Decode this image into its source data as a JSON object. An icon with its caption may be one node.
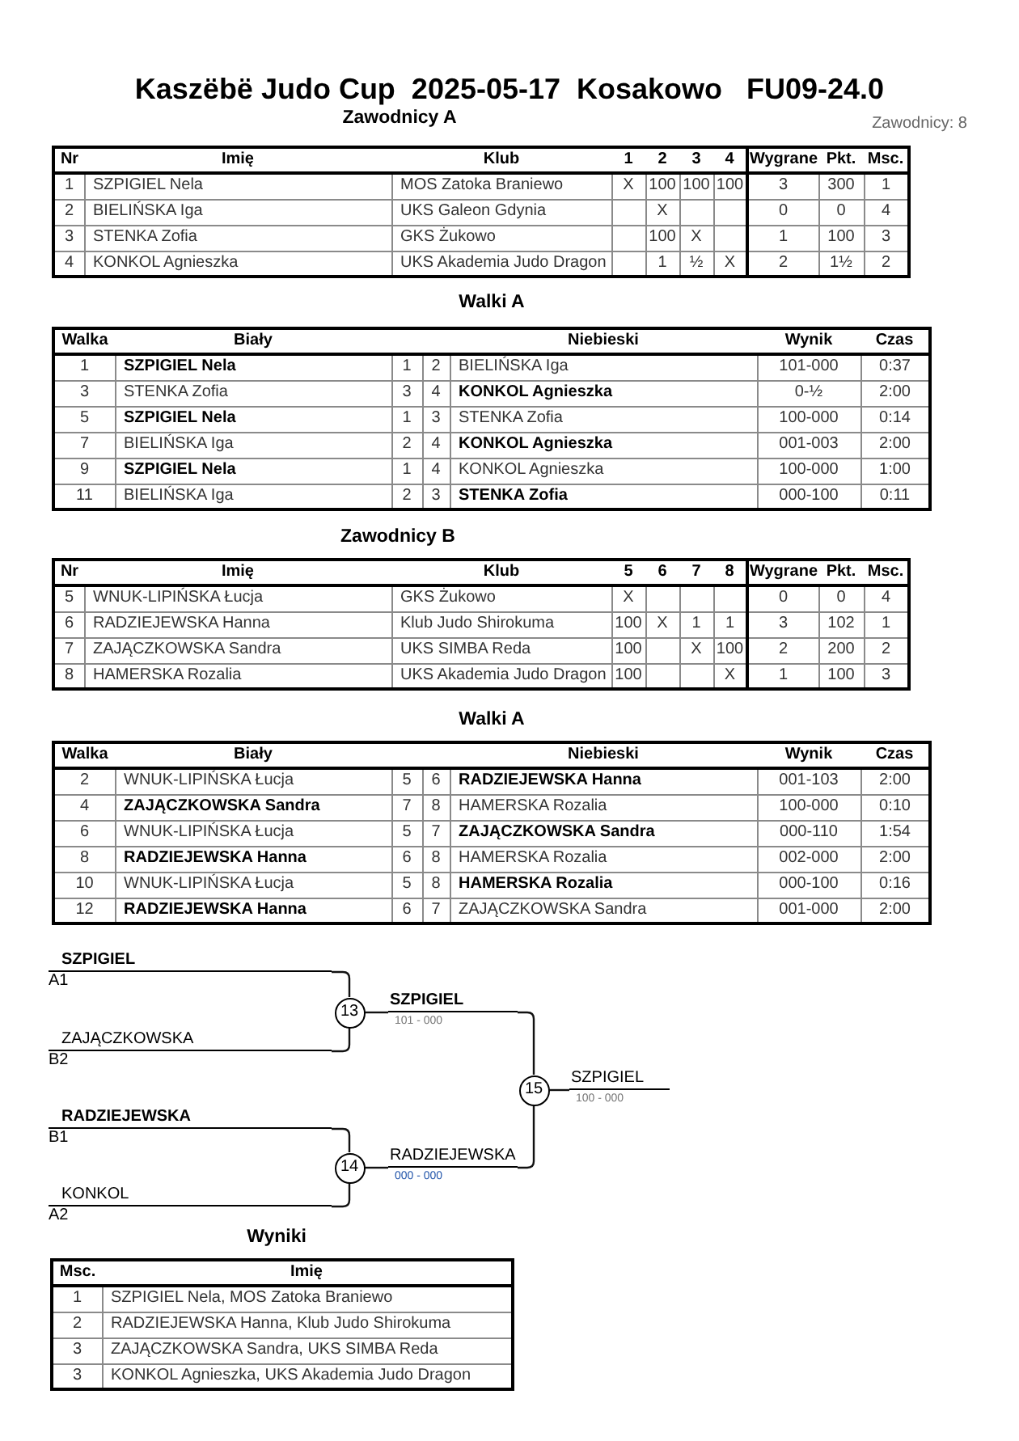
{
  "diagram": {
    "title": "Kaszëbë Judo Cup  2025-05-17  Kosakowo   FU09-24.0",
    "nodes": [
      {
        "text": [
          "SZPIGIEL",
          "A1"
        ]
      },
      {
        "text": [
          "13"
        ]
      },
      {
        "text": [
          "SZPIGIEL",
          "101 - 000"
        ]
      },
      {
        "text": [
          "ZAJĄCZKOWSKA",
          "B2"
        ]
      },
      {
        "text": [
          "15"
        ]
      },
      {
        "text": [
          "SZPIGIEL",
          "100 - 000"
        ]
      },
      {
        "text": [
          "RADZIEJEWSKA",
          "B1"
        ]
      },
      {
        "text": [
          "14"
        ]
      },
      {
        "text": [
          "RADZIEJEWSKA",
          "000 - 000"
        ]
      },
      {
        "text": [
          "KONKOL",
          "A2"
        ]
      }
    ],
    "edges": [
      {
        "from": 0,
        "to": 1,
        "arrow": "none"
      },
      {
        "from": 3,
        "to": 1,
        "arrow": "none"
      },
      {
        "from": 1,
        "to": 2,
        "arrow": "none"
      },
      {
        "from": 2,
        "to": 4,
        "arrow": "none"
      },
      {
        "from": 6,
        "to": 7,
        "arrow": "none"
      },
      {
        "from": 9,
        "to": 7,
        "arrow": "none"
      },
      {
        "from": 7,
        "to": 8,
        "arrow": "none"
      },
      {
        "from": 8,
        "to": 4,
        "arrow": "none"
      },
      {
        "from": 4,
        "to": 5,
        "arrow": "none"
      }
    ],
    "labels": [
      "Zawodnicy A",
      "Zawodnicy: 8",
      "Nr",
      "Imię",
      "Klub",
      "1",
      "2",
      "3",
      "4",
      "Wygrane",
      "Pkt.",
      "Msc.",
      "1",
      "SZPIGIEL Nela",
      "MOS Zatoka Braniewo",
      "X",
      "100",
      "100",
      "100",
      "3",
      "300",
      "1",
      "2",
      "BIELIŃSKA Iga",
      "UKS Galeon Gdynia",
      "X",
      "0",
      "0",
      "4",
      "3",
      "STENKA Zofia",
      "GKS Żukowo",
      "100",
      "X",
      "1",
      "100",
      "3",
      "4",
      "KONKOL Agnieszka",
      "UKS Akademia Judo Dragon",
      "1",
      "½",
      "X",
      "2",
      "1½",
      "2",
      "Walki A",
      "Walka",
      "Biały",
      "Niebieski",
      "Wynik",
      "Czas",
      "1",
      "SZPIGIEL Nela",
      "1",
      "2",
      "BIELIŃSKA Iga",
      "101-000",
      "0:37",
      "3",
      "STENKA Zofia",
      "3",
      "4",
      "KONKOL Agnieszka",
      "0-½",
      "2:00",
      "5",
      "SZPIGIEL Nela",
      "1",
      "3",
      "STENKA Zofia",
      "100-000",
      "0:14",
      "7",
      "BIELIŃSKA Iga",
      "2",
      "4",
      "KONKOL Agnieszka",
      "001-003",
      "2:00",
      "9",
      "SZPIGIEL Nela",
      "1",
      "4",
      "KONKOL Agnieszka",
      "100-000",
      "1:00",
      "11",
      "BIELIŃSKA Iga",
      "2",
      "3",
      "STENKA Zofia",
      "000-100",
      "0:11",
      "Zawodnicy B",
      "Nr",
      "Imię",
      "Klub",
      "5",
      "6",
      "7",
      "8",
      "Wygrane",
      "Pkt.",
      "Msc.",
      "5",
      "WNUK-LIPIŃSKA Łucja",
      "GKS Żukowo",
      "X",
      "0",
      "0",
      "4",
      "6",
      "RADZIEJEWSKA Hanna",
      "Klub Judo Shirokuma",
      "100",
      "X",
      "1",
      "1",
      "3",
      "102",
      "1",
      "7",
      "ZAJĄCZKOWSKA Sandra",
      "UKS SIMBA Reda",
      "100",
      "X",
      "100",
      "2",
      "200",
      "2",
      "8",
      "HAMERSKA Rozalia",
      "UKS Akademia Judo Dragon",
      "100",
      "X",
      "1",
      "100",
      "3",
      "Walki A",
      "Walka",
      "Biały",
      "Niebieski",
      "Wynik",
      "Czas",
      "2",
      "WNUK-LIPIŃSKA Łucja",
      "5",
      "6",
      "RADZIEJEWSKA Hanna",
      "001-103",
      "2:00",
      "4",
      "ZAJĄCZKOWSKA Sandra",
      "7",
      "8",
      "HAMERSKA Rozalia",
      "100-000",
      "0:10",
      "6",
      "WNUK-LIPIŃSKA Łucja",
      "5",
      "7",
      "ZAJĄCZKOWSKA Sandra",
      "000-110",
      "1:54",
      "8",
      "RADZIEJEWSKA Hanna",
      "6",
      "8",
      "HAMERSKA Rozalia",
      "002-000",
      "2:00",
      "10",
      "WNUK-LIPIŃSKA Łucja",
      "5",
      "8",
      "HAMERSKA Rozalia",
      "000-100",
      "0:16",
      "12",
      "RADZIEJEWSKA Hanna",
      "6",
      "7",
      "ZAJĄCZKOWSKA Sandra",
      "001-000",
      "2:00",
      "Wyniki",
      "Msc.",
      "Imię",
      "1",
      "SZPIGIEL Nela, MOS Zatoka Braniewo",
      "2",
      "RADZIEJEWSKA Hanna, Klub Judo Shirokuma",
      "3",
      "ZAJĄCZKOWSKA Sandra, UKS SIMBA Reda",
      "3",
      "KONKOL Agnieszka, UKS Akademia Judo Dragon"
    ]
  }
}
